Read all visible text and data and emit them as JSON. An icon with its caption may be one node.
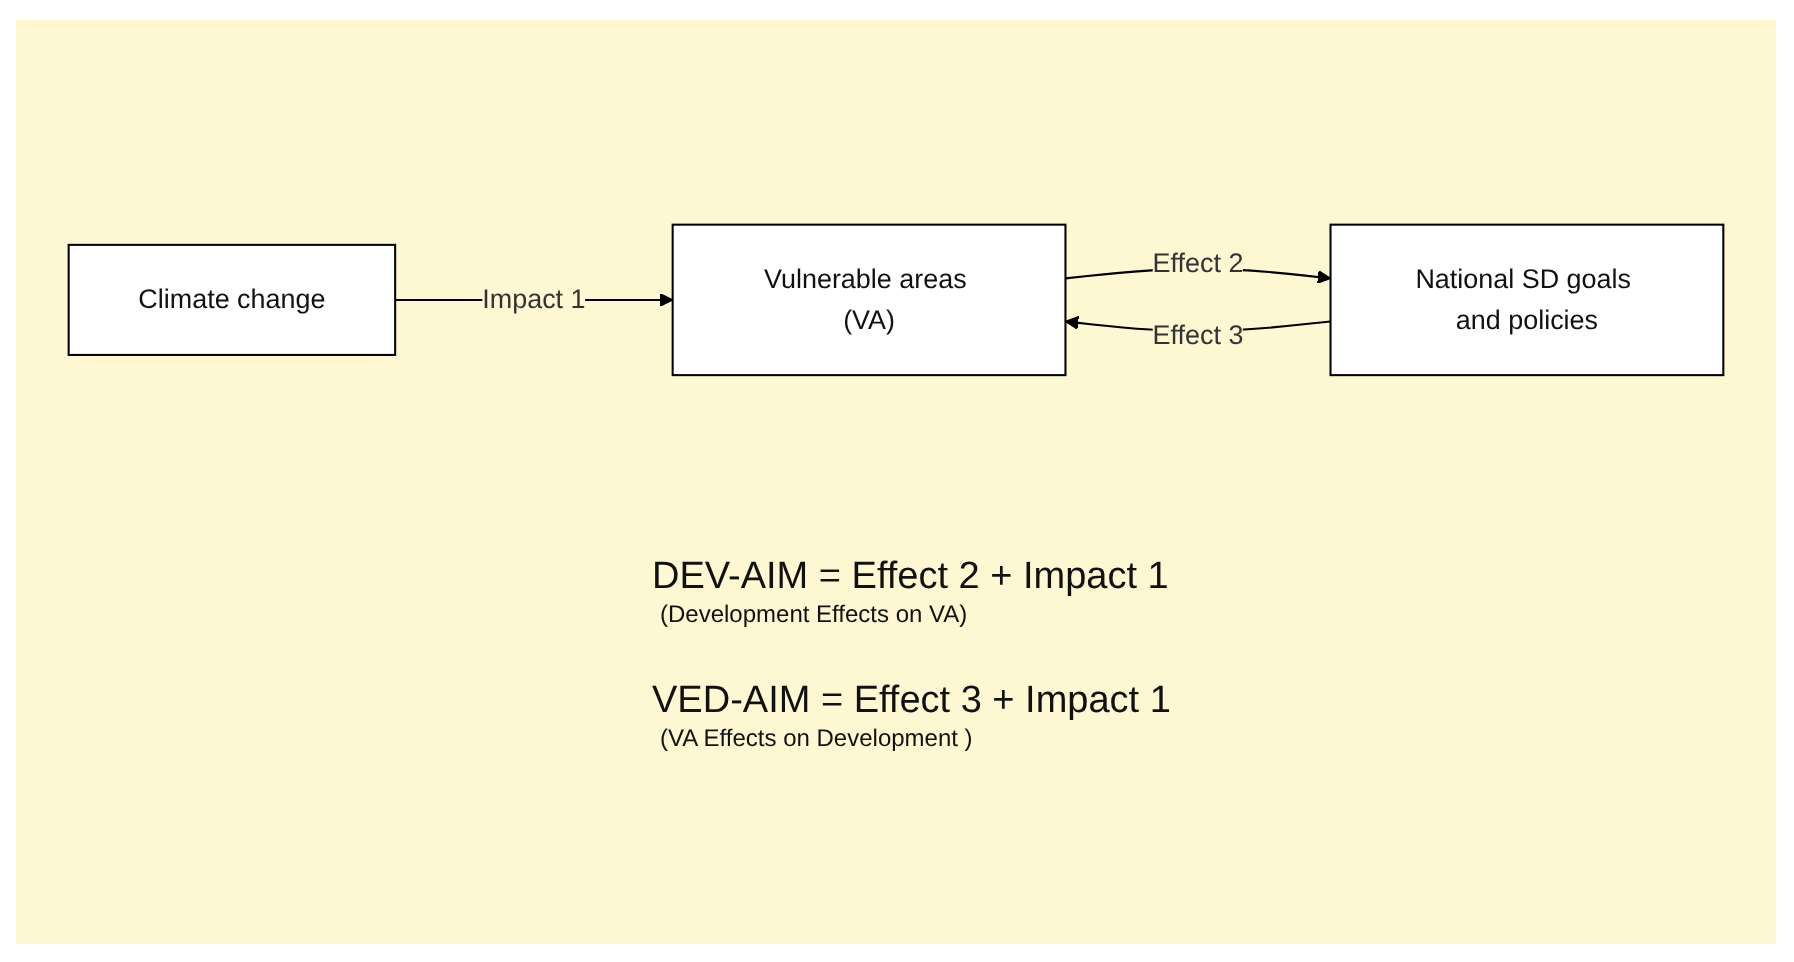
{
  "diagram": {
    "nodes": [
      {
        "text": [
          "Climate change"
        ]
      },
      {
        "text": [
          "Vulnerable areas (VA)"
        ]
      },
      {
        "text": [
          "National SD goals and policies"
        ]
      }
    ],
    "edges": [
      {
        "from": 0,
        "to": 1,
        "arrow": "to",
        "label": "Impact 1"
      },
      {
        "from": 1,
        "to": 2,
        "arrow": "to",
        "label": "Effect 2"
      },
      {
        "from": 2,
        "to": 1,
        "arrow": "to",
        "label": "Effect 3"
      }
    ],
    "labels": [
      "DEV-AIM = Effect 2 + Impact 1",
      "(Development Effects on VA)",
      "VED-AIM = Effect 3 + Impact 1",
      "(VA Effects on Development )"
    ]
  }
}
